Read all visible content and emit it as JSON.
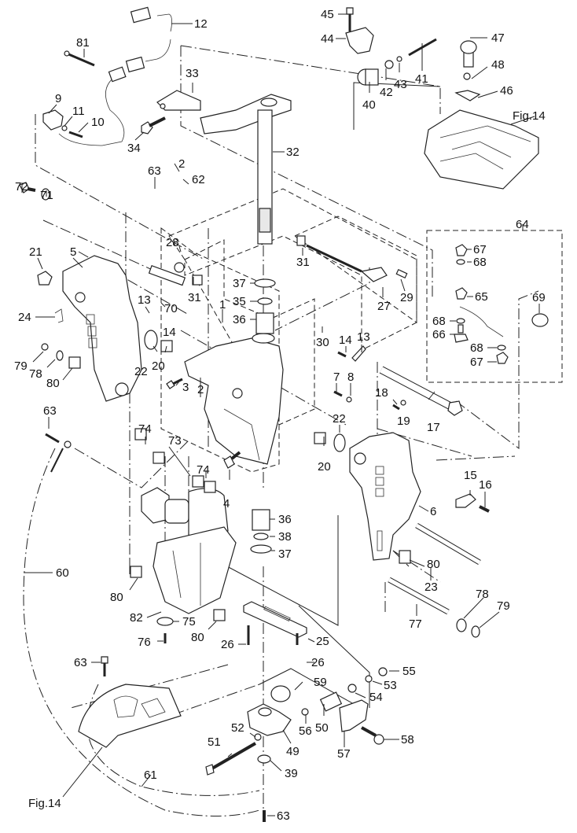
{
  "diagram": {
    "title": "Exploded parts diagram – steering / swivel bracket assembly",
    "colors": {
      "ink": "#222222",
      "background": "#ffffff"
    },
    "callouts": [
      {
        "id": "c12",
        "text": "12"
      },
      {
        "id": "c81",
        "text": "81"
      },
      {
        "id": "c33",
        "text": "33"
      },
      {
        "id": "c9",
        "text": "9"
      },
      {
        "id": "c11",
        "text": "11"
      },
      {
        "id": "c10",
        "text": "10"
      },
      {
        "id": "c34",
        "text": "34"
      },
      {
        "id": "c32",
        "text": "32"
      },
      {
        "id": "c45",
        "text": "45"
      },
      {
        "id": "c44",
        "text": "44"
      },
      {
        "id": "c47",
        "text": "47"
      },
      {
        "id": "c48",
        "text": "48"
      },
      {
        "id": "c46",
        "text": "46"
      },
      {
        "id": "c41",
        "text": "41"
      },
      {
        "id": "c43",
        "text": "43"
      },
      {
        "id": "c42",
        "text": "42"
      },
      {
        "id": "c40",
        "text": "40"
      },
      {
        "id": "c63a",
        "text": "63"
      },
      {
        "id": "c2a",
        "text": "2"
      },
      {
        "id": "c62",
        "text": "62"
      },
      {
        "id": "c72",
        "text": "72"
      },
      {
        "id": "c71",
        "text": "71"
      },
      {
        "id": "c64",
        "text": "64"
      },
      {
        "id": "c67a",
        "text": "67"
      },
      {
        "id": "c68a",
        "text": "68"
      },
      {
        "id": "c65",
        "text": "65"
      },
      {
        "id": "c69",
        "text": "69"
      },
      {
        "id": "c68b",
        "text": "68"
      },
      {
        "id": "c66",
        "text": "66"
      },
      {
        "id": "c68c",
        "text": "68"
      },
      {
        "id": "c67b",
        "text": "67"
      },
      {
        "id": "c21",
        "text": "21"
      },
      {
        "id": "c5",
        "text": "5"
      },
      {
        "id": "c28",
        "text": "28"
      },
      {
        "id": "c31a",
        "text": "31"
      },
      {
        "id": "c31b",
        "text": "31"
      },
      {
        "id": "c37a",
        "text": "37"
      },
      {
        "id": "c35",
        "text": "35"
      },
      {
        "id": "c36a",
        "text": "36"
      },
      {
        "id": "c1",
        "text": "1"
      },
      {
        "id": "c29",
        "text": "29"
      },
      {
        "id": "c27",
        "text": "27"
      },
      {
        "id": "c24",
        "text": "24"
      },
      {
        "id": "c13a",
        "text": "13"
      },
      {
        "id": "c70",
        "text": "70"
      },
      {
        "id": "c14a",
        "text": "14"
      },
      {
        "id": "c30",
        "text": "30"
      },
      {
        "id": "c14b",
        "text": "14"
      },
      {
        "id": "c13b",
        "text": "13"
      },
      {
        "id": "c79a",
        "text": "79"
      },
      {
        "id": "c78a",
        "text": "78"
      },
      {
        "id": "c80a",
        "text": "80"
      },
      {
        "id": "c22a",
        "text": "22"
      },
      {
        "id": "c20a",
        "text": "20"
      },
      {
        "id": "c3",
        "text": "3"
      },
      {
        "id": "c2b",
        "text": "2"
      },
      {
        "id": "c7",
        "text": "7"
      },
      {
        "id": "c8",
        "text": "8"
      },
      {
        "id": "c18",
        "text": "18"
      },
      {
        "id": "c19",
        "text": "19"
      },
      {
        "id": "c17",
        "text": "17"
      },
      {
        "id": "c22b",
        "text": "22"
      },
      {
        "id": "c20b",
        "text": "20"
      },
      {
        "id": "c63b",
        "text": "63"
      },
      {
        "id": "c74a",
        "text": "74"
      },
      {
        "id": "c73",
        "text": "73"
      },
      {
        "id": "c74b",
        "text": "74"
      },
      {
        "id": "c4",
        "text": "4"
      },
      {
        "id": "c15",
        "text": "15"
      },
      {
        "id": "c16",
        "text": "16"
      },
      {
        "id": "c6",
        "text": "6"
      },
      {
        "id": "c36b",
        "text": "36"
      },
      {
        "id": "c38",
        "text": "38"
      },
      {
        "id": "c37b",
        "text": "37"
      },
      {
        "id": "c60",
        "text": "60"
      },
      {
        "id": "c80b",
        "text": "80"
      },
      {
        "id": "c23",
        "text": "23"
      },
      {
        "id": "c80c",
        "text": "80"
      },
      {
        "id": "c82",
        "text": "82"
      },
      {
        "id": "c75",
        "text": "75"
      },
      {
        "id": "c80d",
        "text": "80"
      },
      {
        "id": "c77",
        "text": "77"
      },
      {
        "id": "c78b",
        "text": "78"
      },
      {
        "id": "c79b",
        "text": "79"
      },
      {
        "id": "c76",
        "text": "76"
      },
      {
        "id": "c26a",
        "text": "26"
      },
      {
        "id": "c25",
        "text": "25"
      },
      {
        "id": "c26b",
        "text": "26"
      },
      {
        "id": "c63c",
        "text": "63"
      },
      {
        "id": "c55",
        "text": "55"
      },
      {
        "id": "c53",
        "text": "53"
      },
      {
        "id": "c59",
        "text": "59"
      },
      {
        "id": "c54",
        "text": "54"
      },
      {
        "id": "c50",
        "text": "50"
      },
      {
        "id": "c56",
        "text": "56"
      },
      {
        "id": "c52",
        "text": "52"
      },
      {
        "id": "c58",
        "text": "58"
      },
      {
        "id": "c49",
        "text": "49"
      },
      {
        "id": "c57",
        "text": "57"
      },
      {
        "id": "c51",
        "text": "51"
      },
      {
        "id": "c39",
        "text": "39"
      },
      {
        "id": "c61",
        "text": "61"
      },
      {
        "id": "c63d",
        "text": "63"
      }
    ],
    "figure_refs": [
      {
        "id": "fig_top",
        "text": "Fig.14"
      },
      {
        "id": "fig_bottom",
        "text": "Fig.14"
      }
    ]
  }
}
